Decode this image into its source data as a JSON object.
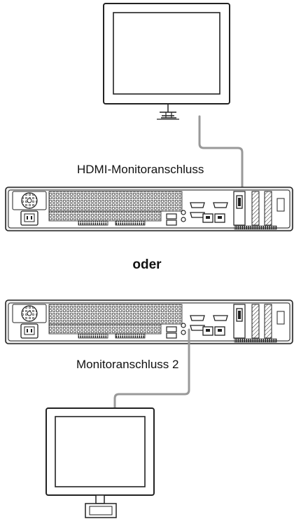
{
  "labels": {
    "hdmi_connector": "HDMI-Monitoranschluss",
    "or": "oder",
    "monitor_connector_2": "Monitoranschluss 2"
  },
  "colors": {
    "line": "#222222",
    "cable": "#999999",
    "chassis": "#eeeeee",
    "panel": "#ffffff"
  },
  "icons": [
    "monitor-icon",
    "server-rear-panel-icon",
    "cable-icon"
  ]
}
